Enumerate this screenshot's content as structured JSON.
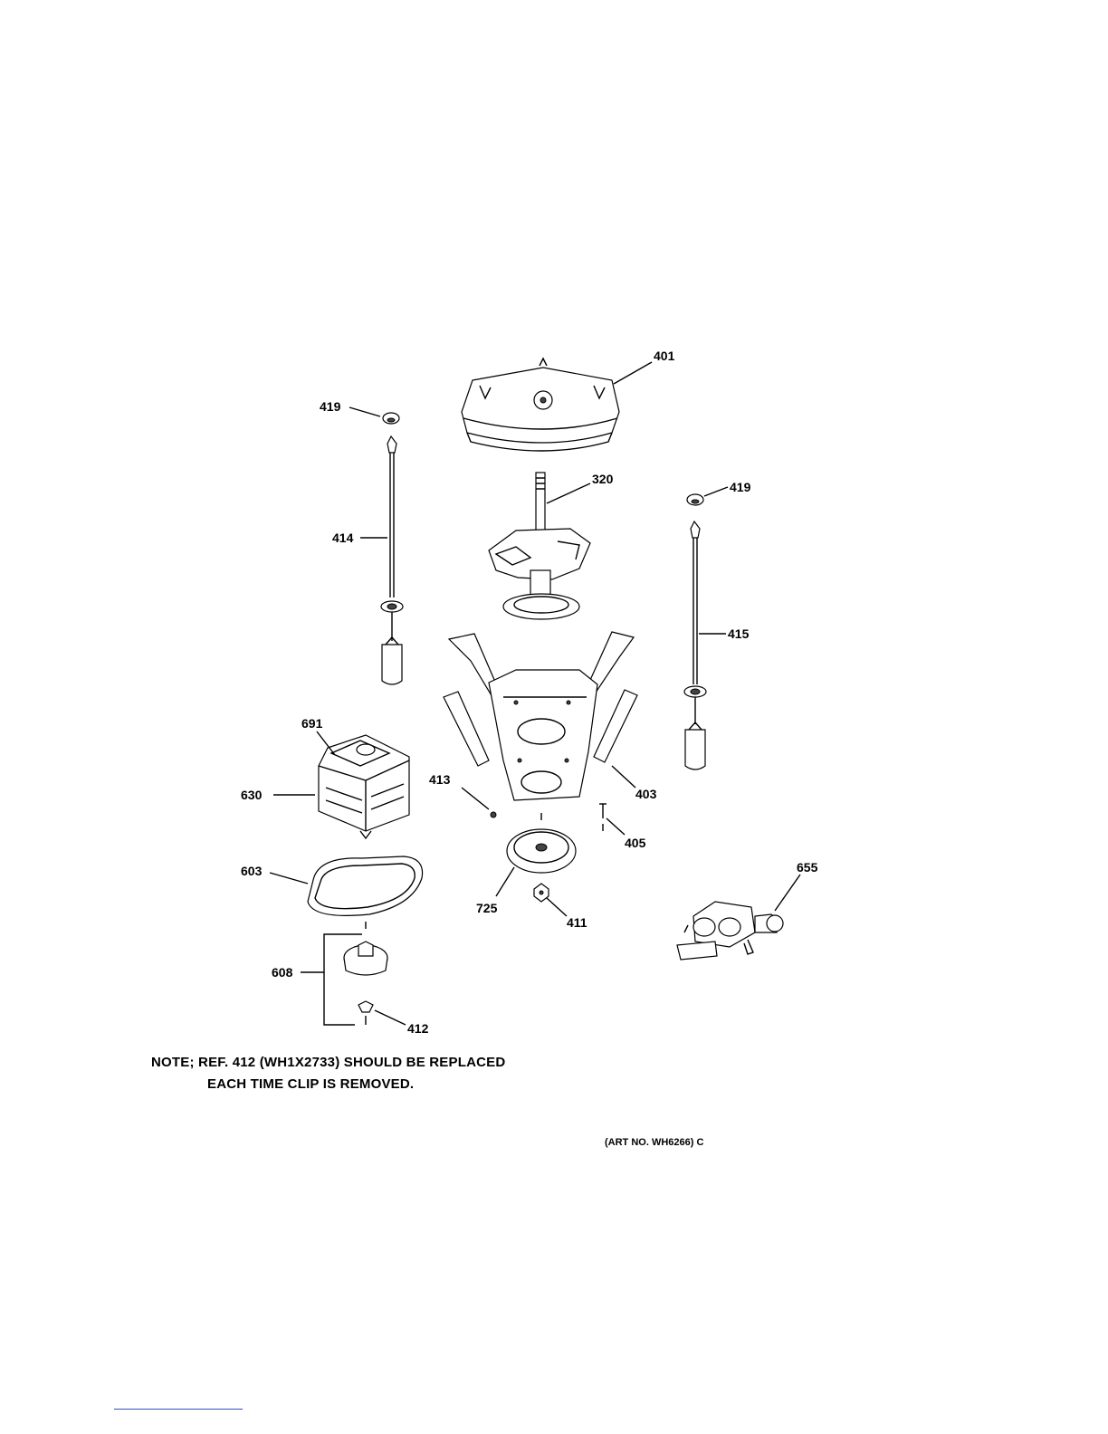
{
  "callouts": {
    "p401": "401",
    "p419a": "419",
    "p419b": "419",
    "p320": "320",
    "p414": "414",
    "p415": "415",
    "p691": "691",
    "p630": "630",
    "p413": "413",
    "p403": "403",
    "p405": "405",
    "p655": "655",
    "p603": "603",
    "p725": "725",
    "p411": "411",
    "p608": "608",
    "p412": "412"
  },
  "note": {
    "line1": "NOTE; REF. 412 (WH1X2733) SHOULD BE REPLACED",
    "line2": "EACH TIME CLIP IS REMOVED."
  },
  "art_number": "(ART NO. WH6266) C"
}
